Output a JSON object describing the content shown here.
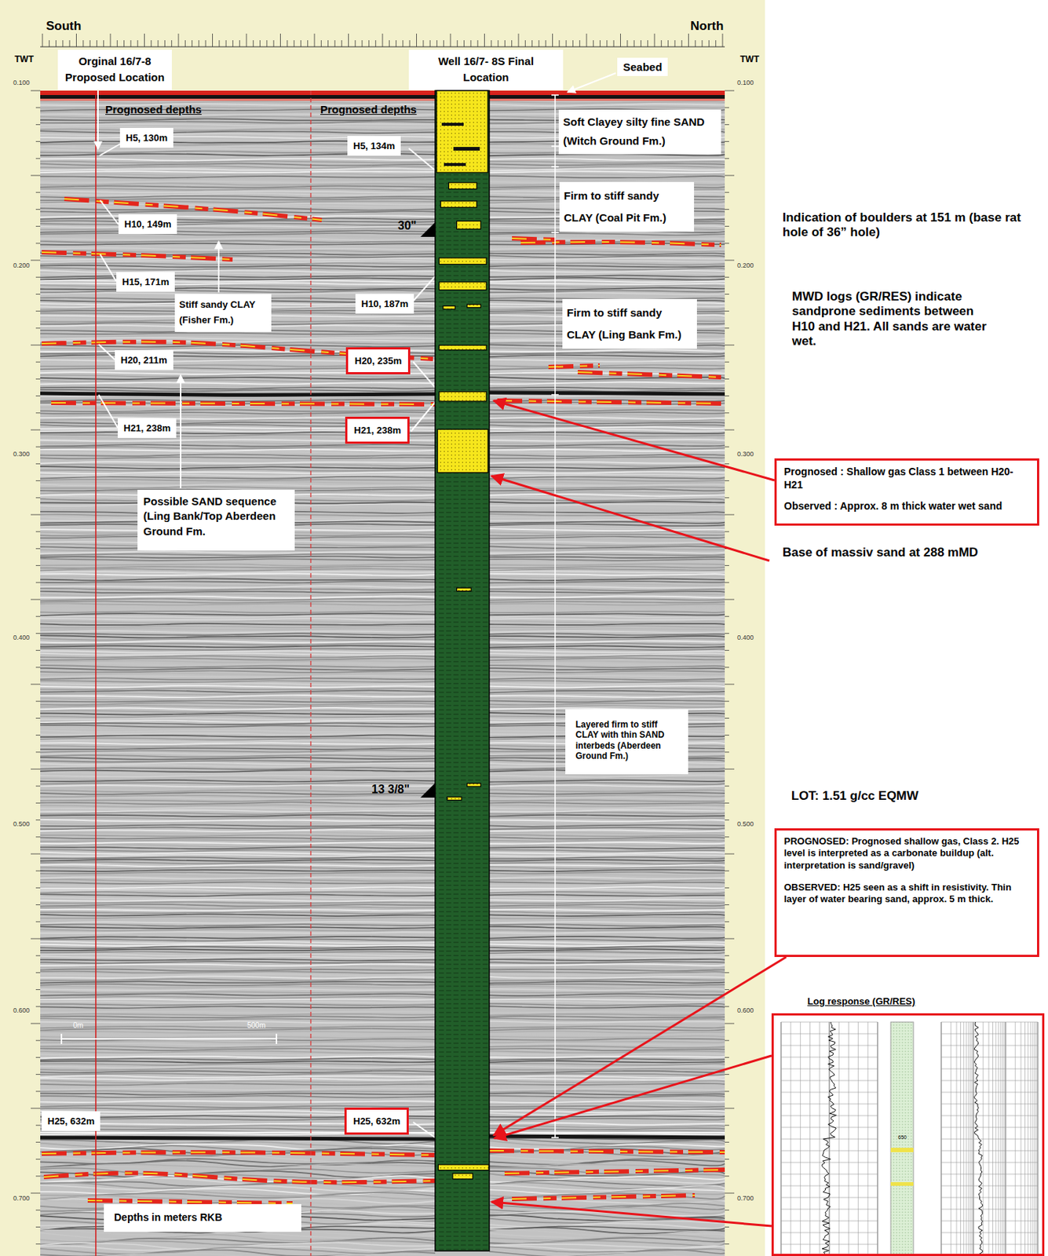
{
  "diagram": {
    "nodes": [
      {
        "text": [
          "Orginal 16/7-8 Proposed Location"
        ]
      },
      {
        "text": [
          "Well 16/7- 8S Final Location"
        ]
      },
      {
        "text": [
          "Seabed"
        ]
      },
      {
        "text": [
          "H5, 130m"
        ]
      },
      {
        "text": [
          "H10, 149m"
        ]
      },
      {
        "text": [
          "H15, 171m"
        ]
      },
      {
        "text": [
          "Stiff sandy CLAY (Fisher Fm.)"
        ]
      },
      {
        "text": [
          "H20, 211m"
        ]
      },
      {
        "text": [
          "H21, 238m"
        ]
      },
      {
        "text": [
          "Possible SAND sequence (Ling Bank/Top Aberdeen Ground Fm."
        ]
      },
      {
        "text": [
          "H5, 134m"
        ]
      },
      {
        "text": [
          "H10, 187m"
        ]
      },
      {
        "text": [
          "H20, 235m"
        ]
      },
      {
        "text": [
          "H21, 238m"
        ]
      },
      {
        "text": [
          "Soft Clayey silty fine SAND (Witch Ground Fm.)"
        ]
      },
      {
        "text": [
          "Firm to stiff sandy CLAY (Coal Pit Fm.)"
        ]
      },
      {
        "text": [
          "Firm to stiff sandy CLAY (Ling Bank Fm.)"
        ]
      },
      {
        "text": [
          "Layered firm to stiff CLAY with thin SAND interbeds (Aberdeen Ground Fm.)"
        ]
      },
      {
        "text": [
          "Prognosed : Shallow gas Class 1 between H20-H21",
          "Observed : Approx. 8 m thick water wet sand"
        ]
      },
      {
        "text": [
          "PROGNOSED: Prognosed shallow gas, Class 2. H25 level is interpreted as a carbonate buildup (alt. interpretation is sand/gravel)",
          "OBSERVED: H25 seen as a shift in resistivity. Thin layer of water bearing sand, approx. 5 m thick."
        ]
      },
      {
        "text": [
          "Log response (GR/RES)"
        ]
      },
      {
        "text": [
          "H25, 632m"
        ]
      },
      {
        "text": [
          "H25, 632m"
        ]
      },
      {
        "text": [
          "Depths in meters RKB"
        ]
      }
    ],
    "labels": [
      "South",
      "North",
      "TWT",
      "TWT",
      "0.100",
      "0.200",
      "0.300",
      "0.400",
      "0.500",
      "0.600",
      "0.700",
      "0.100",
      "0.200",
      "0.300",
      "0.400",
      "0.500",
      "0.600",
      "0.700",
      "Prognosed depths",
      "Prognosed depths",
      "30\"",
      "13 3/8\"",
      "0m",
      "500m",
      "Indication of boulders at 151 m (base rat hole of 36” hole)",
      "MWD logs (GR/RES) indicate sandprone sediments between H10 and H21. All sands are water wet.",
      "Base of massiv sand at 288 mMD",
      "LOT: 1.51 g/cc EQMW",
      "650"
    ]
  }
}
